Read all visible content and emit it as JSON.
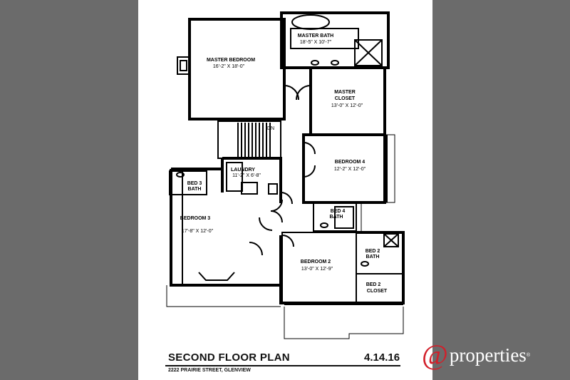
{
  "plan": {
    "rooms": [
      {
        "key": "master_bedroom",
        "name": "MASTER BEDROOM",
        "dims": "16'-2\" X 18'-0\""
      },
      {
        "key": "master_bath",
        "name": "MASTER BATH",
        "dims": "18'-5\" X 10'-7\""
      },
      {
        "key": "master_closet",
        "name": "MASTER\nCLOSET",
        "dims": "13'-0\" X 12'-0\""
      },
      {
        "key": "bedroom4",
        "name": "BEDROOM 4",
        "dims": "12'-2\" X 12'-0\""
      },
      {
        "key": "laundry",
        "name": "LAUNDRY",
        "dims": "11'-2\" X 6'-8\""
      },
      {
        "key": "bed3_bath",
        "name": "BED 3\nBATH",
        "dims": ""
      },
      {
        "key": "bedroom3",
        "name": "BEDROOM 3",
        "dims": "17'-8\" X 12'-0\""
      },
      {
        "key": "bed4_bath",
        "name": "BED 4\nBATH",
        "dims": ""
      },
      {
        "key": "bedroom2",
        "name": "BEDROOM 2",
        "dims": "13'-0\" X 12'-9\""
      },
      {
        "key": "bed2_bath",
        "name": "BED 2\nBATH",
        "dims": ""
      },
      {
        "key": "bed2_closet",
        "name": "BED 2\nCLOSET",
        "dims": ""
      }
    ],
    "stair_label": "DN",
    "title": "SECOND FLOOR PLAN",
    "date": "4.14.16",
    "address": "2222 PRAIRIE STREET, GLENVIEW"
  },
  "logo": {
    "symbol": "@",
    "text": "properties",
    "mark": "®"
  },
  "colors": {
    "background": "#6b6b6b",
    "sheet": "#ffffff",
    "wall": "#000000",
    "logo_symbol": "#d21f2a"
  }
}
